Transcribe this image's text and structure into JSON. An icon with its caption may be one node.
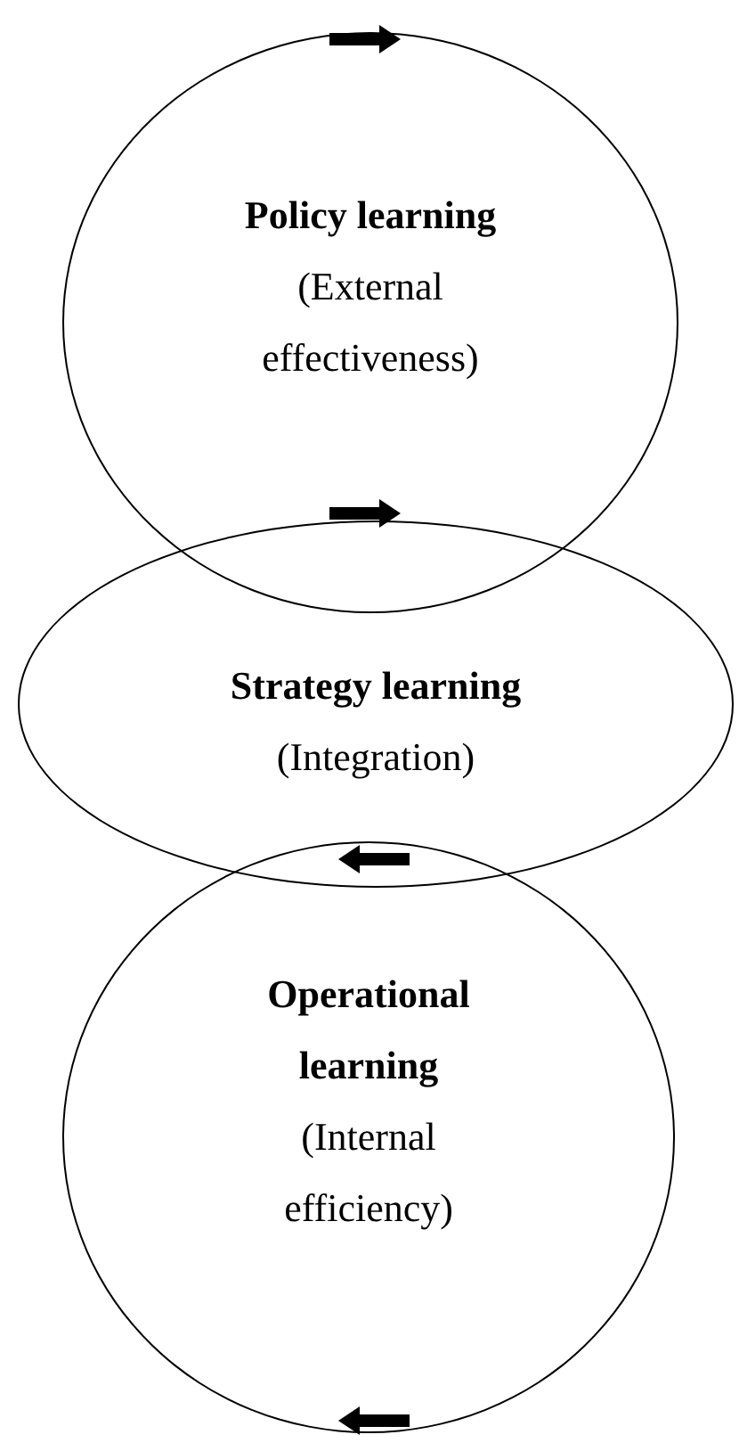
{
  "diagram": {
    "nodes": [
      {
        "text": [
          "Policy learning",
          "(External effectiveness)"
        ]
      },
      {
        "text": [
          "Strategy learning",
          "(Integration)"
        ]
      },
      {
        "text": [
          "Operational learning",
          "(Internal efficiency)"
        ]
      }
    ]
  }
}
